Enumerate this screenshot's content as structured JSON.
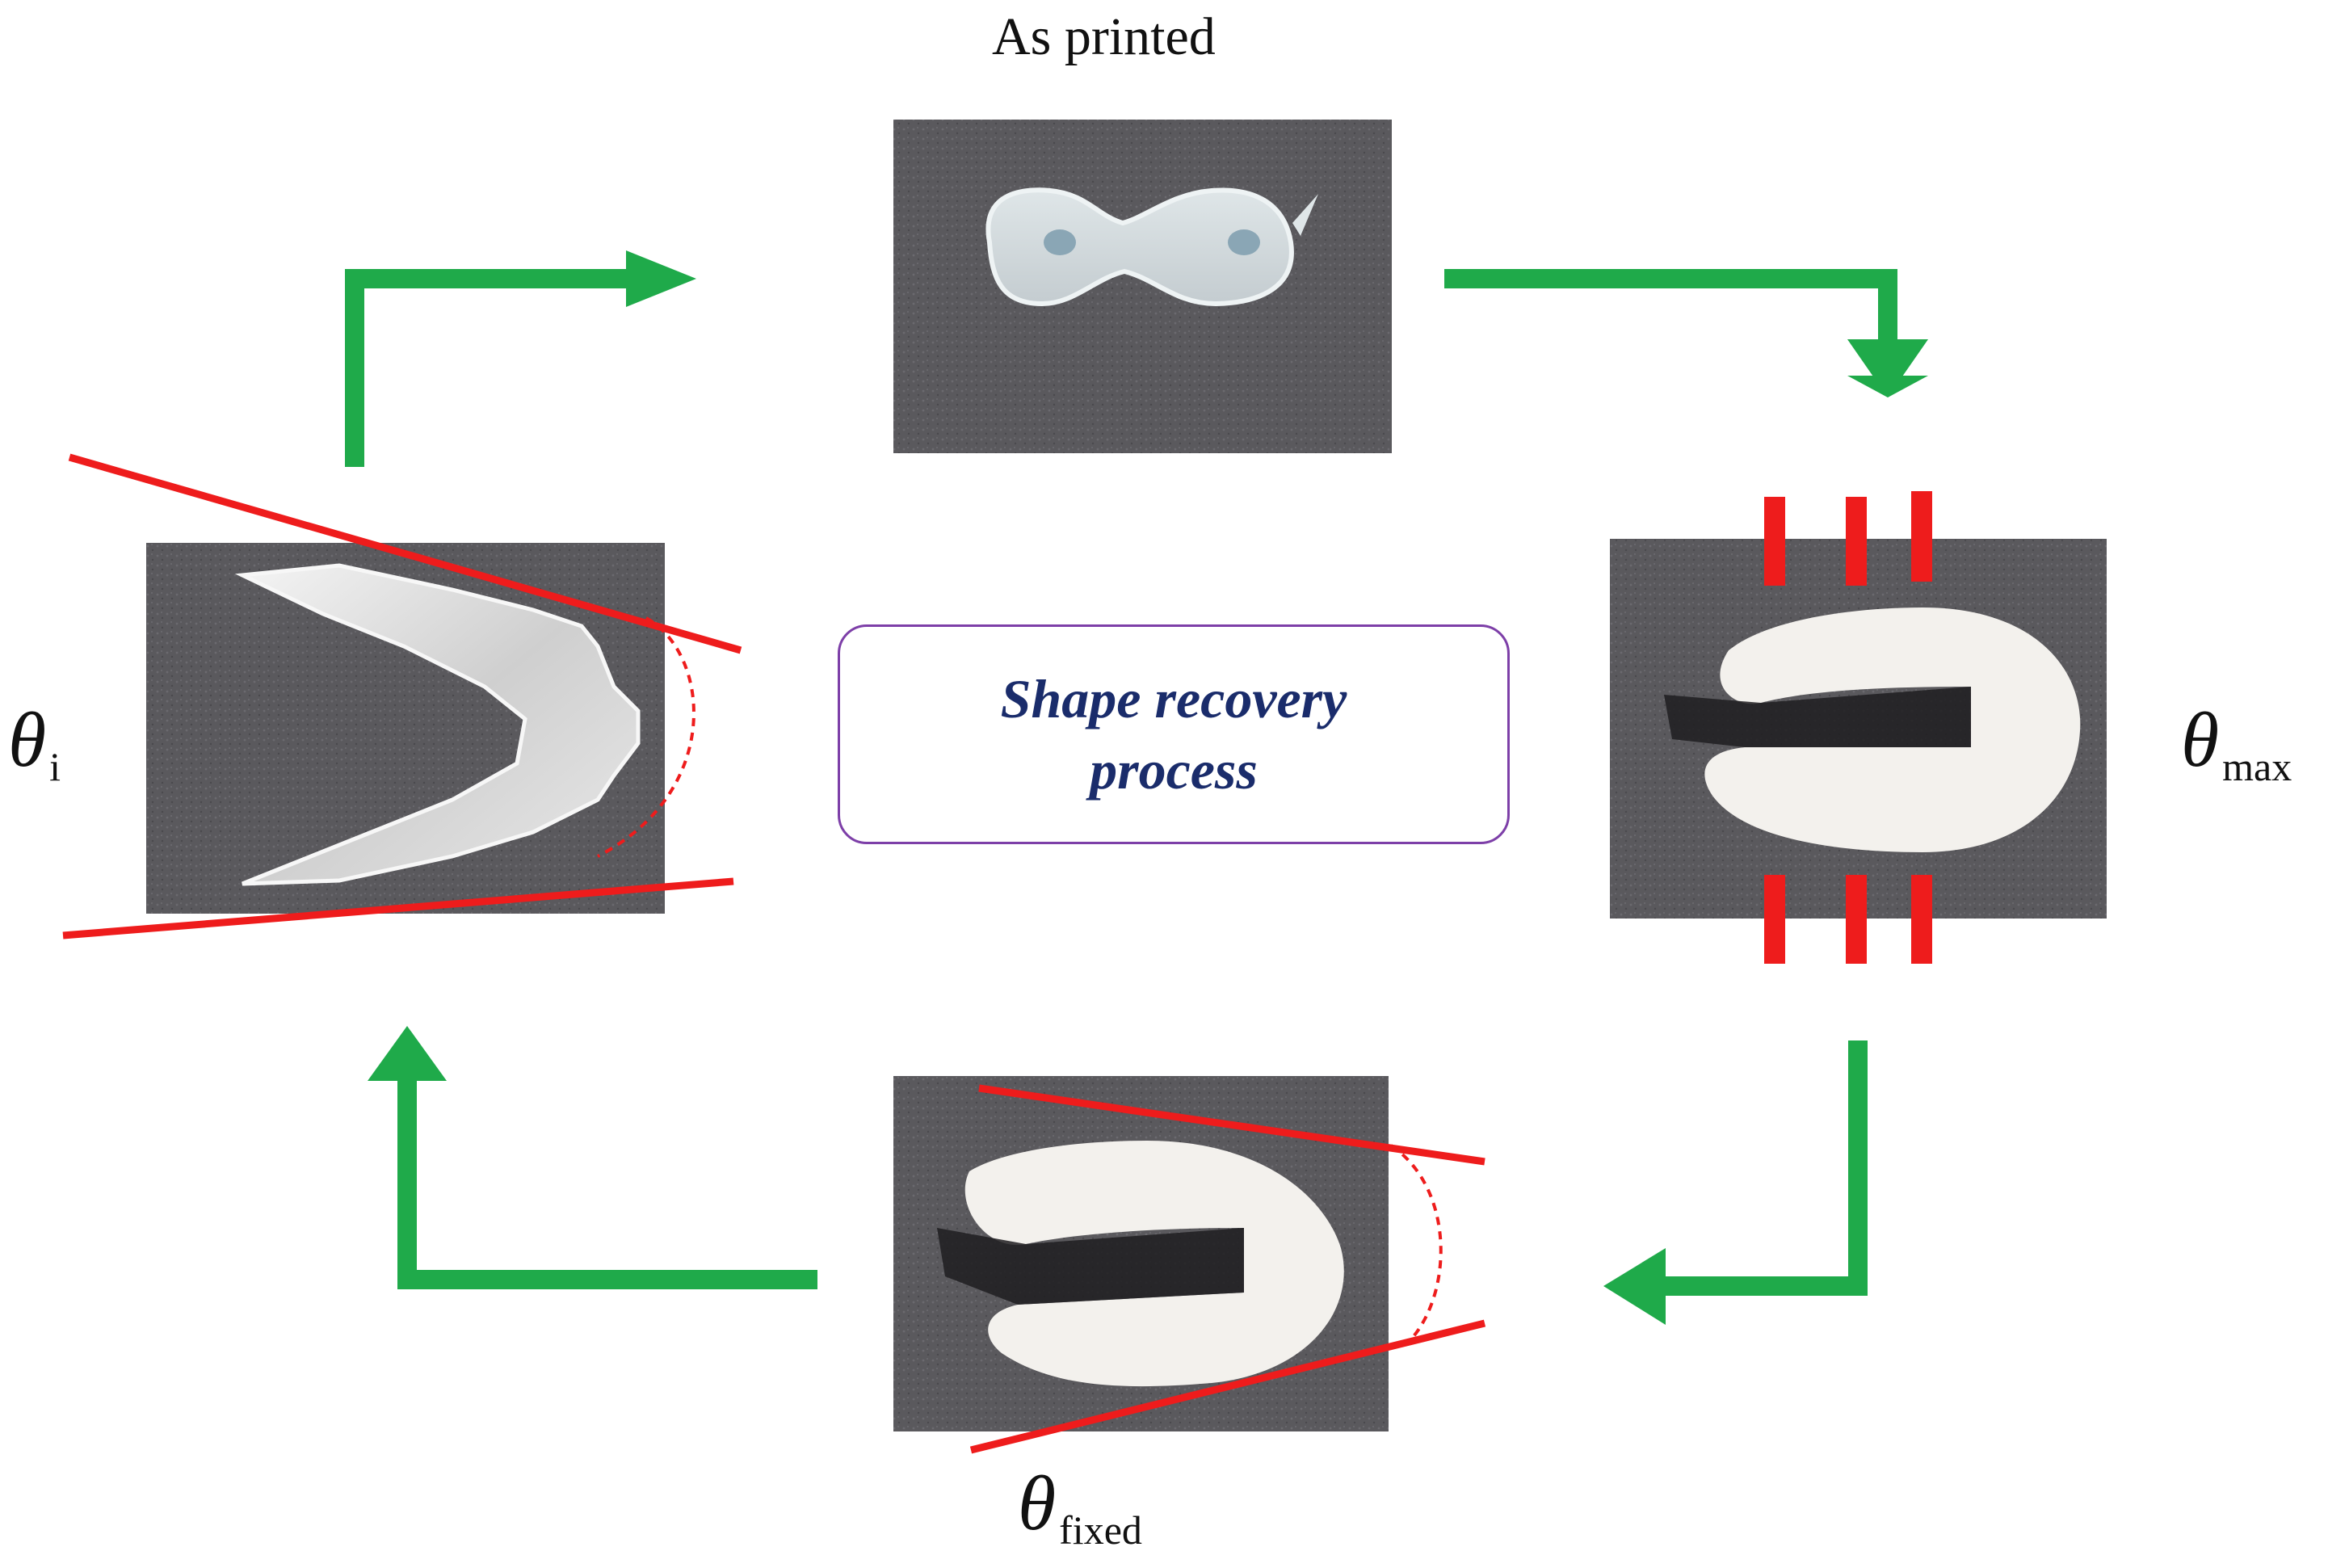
{
  "labels": {
    "as_printed": "As printed",
    "center": "Shape recovery process",
    "theta_symbol": "θ",
    "theta_i_sub": "i",
    "theta_max_sub": "max",
    "theta_fixed_sub": "fixed"
  },
  "colors": {
    "arrow": "#1faa4a",
    "red_line": "#ee1c1c",
    "box_border": "#7d3fa8",
    "center_text": "#1a2c6b",
    "photo_bg": "#5c5b5f",
    "sample_white": "#f2f0ec"
  },
  "photos": [
    {
      "name": "as-printed-photo",
      "shape": "dumbbell"
    },
    {
      "name": "deformed-max-photo",
      "shape": "u-fold"
    },
    {
      "name": "fixed-photo",
      "shape": "u-fold"
    },
    {
      "name": "recovered-photo",
      "shape": "v-shape"
    }
  ]
}
